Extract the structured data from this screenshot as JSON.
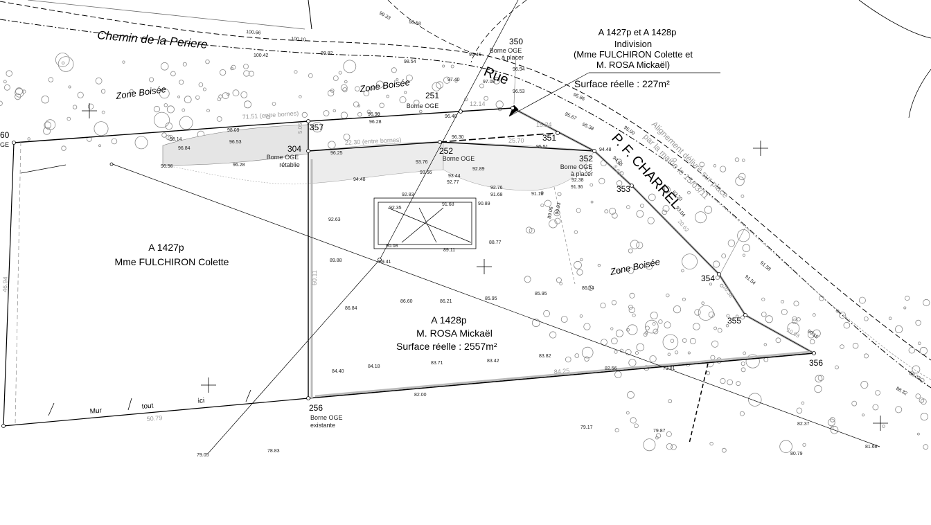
{
  "streets": {
    "chemin": "Chemin de la Periere",
    "rue": "Rue",
    "charrel": "P. F. CHARREL"
  },
  "indivision": {
    "line1": "A 1427p et A 1428p",
    "line2": "Indivision",
    "line3": "(Mme FULCHIRON Colette et",
    "line4": "M. ROSA Mickaël)",
    "surface": "Surface réelle : 227m²"
  },
  "parcels": {
    "p1427": {
      "ref": "A 1427p",
      "owner": "Mme FULCHIRON Colette"
    },
    "p1428": {
      "ref": "A 1428p",
      "owner": "M. ROSA Mickaël",
      "surface": "Surface réelle : 2557m²"
    }
  },
  "zones": {
    "boisee": "Zone Boisée"
  },
  "alignment_note": {
    "line1": "Alignement délivré sur place",
    "line2": "par la mairie le 15/03/11"
  },
  "wall": {
    "w1": "Mur",
    "w2": "tout",
    "w3": "ici"
  },
  "borne_labels": {
    "b350a": "Borne OGE",
    "b350b": "à placer",
    "b251": "Borne OGE",
    "b304a": "Borne OGE",
    "b304b": "rétablie",
    "b252": "Borne OGE",
    "b352a": "Borne OGE",
    "b352b": "à placer",
    "b256a": "Borne OGE",
    "b256b": "existante"
  },
  "point_numbers": {
    "p350": "350",
    "p251": "251",
    "p357": "357",
    "p304": "304",
    "p252": "252",
    "p351": "351",
    "p352": "352",
    "p353": "353",
    "p354": "354",
    "p355": "355",
    "p356": "356",
    "p256": "256",
    "p60": "60",
    "pGE": "GE"
  },
  "dimensions": {
    "d1": "71.51 (entre bornes)",
    "d2": "22.30 (entre bornes)",
    "d3": "12.14",
    "d4": "15.24",
    "d5": "25.70",
    "d6": "8.65",
    "d7": "20.62",
    "d8": "10.38",
    "d9": "10.03",
    "d10": "84.25",
    "d11": "50.79",
    "d12": "60.11",
    "d13": "46.94",
    "d14": "5.05",
    "d15": "100.66",
    "d16": "100.10"
  },
  "elevations": {
    "e1": "100.42",
    "e2": "99.82",
    "e3": "98.54",
    "e4": "97.46",
    "e5": "96.94",
    "e6": "97.40",
    "e7": "97.08",
    "e8": "96.53",
    "e9": "95.86",
    "e10": "95.67",
    "e11": "95.38",
    "e12": "95.00",
    "e13": "96.90",
    "e14": "96.28",
    "e15": "96.48",
    "e16": "98.14",
    "e17": "98.09",
    "e18": "96.84",
    "e19": "96.53",
    "e20": "96.56",
    "e21": "96.28",
    "e22": "96.25",
    "e23": "96.30",
    "e24": "95.51",
    "e25": "94.48",
    "e26": "94.65",
    "e27": "93.76",
    "e28": "93.56",
    "e29": "92.89",
    "e30": "93.44",
    "e31": "92.77",
    "e32": "92.76",
    "e33": "91.68",
    "e34": "91.18",
    "e35": "92.38",
    "e36": "91.36",
    "e37": "94.48",
    "e38": "92.83",
    "e39": "92.35",
    "e40": "91.68",
    "e41": "90.89",
    "e42": "92.63",
    "e43": "90.08",
    "e44": "89.11",
    "e45": "88.77",
    "e46": "89.41",
    "e47": "89.88",
    "e48": "89.06",
    "e49": "90.93",
    "e50": "86.34",
    "e51": "86.60",
    "e52": "86.21",
    "e53": "85.95",
    "e54": "85.95",
    "e55": "86.84",
    "e56": "84.40",
    "e57": "84.18",
    "e58": "83.71",
    "e59": "83.42",
    "e60": "83.82",
    "e61": "82.56",
    "e62": "79.81",
    "e63": "82.00",
    "e64": "79.17",
    "e65": "79.87",
    "e66": "82.37",
    "e67": "81.68",
    "e68": "80.79",
    "e69": "79.05",
    "e70": "78.83",
    "e71": "93.20",
    "e72": "93.04",
    "e73": "91.58",
    "e74": "91.54",
    "e75": "90.15",
    "e76": "88.23",
    "e77": "88.32",
    "e78": "99.33",
    "e79": "98.58"
  }
}
